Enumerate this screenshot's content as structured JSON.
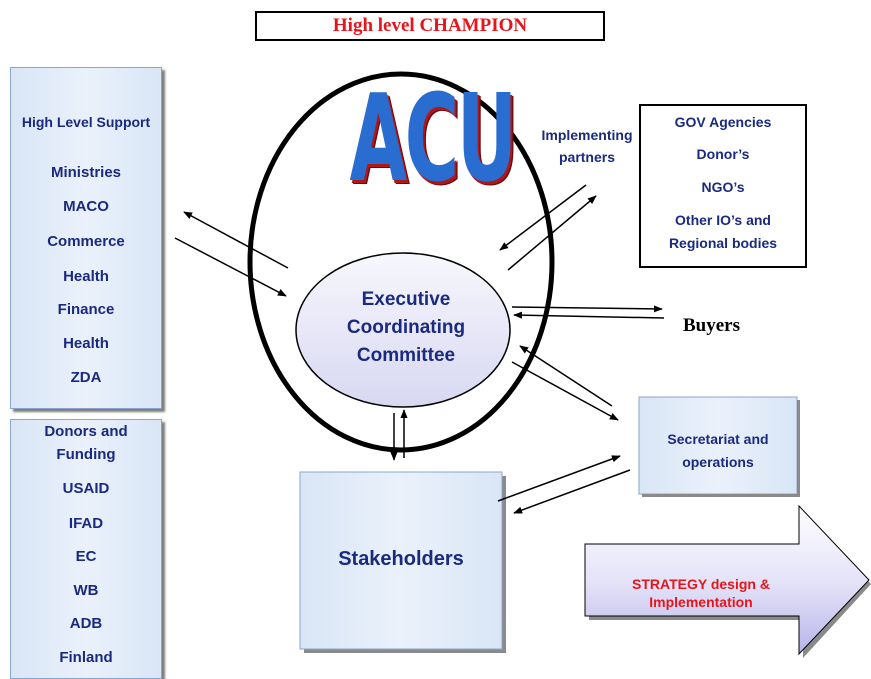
{
  "champion": "High level CHAMPION",
  "acu": "ACU",
  "high_level_support": {
    "title": "High Level Support",
    "items": [
      "Ministries",
      "MACO",
      "Commerce",
      "Health",
      "Finance",
      "Health",
      "ZDA"
    ]
  },
  "donors": {
    "title_line1": "Donors and",
    "title_line2": "Funding",
    "items": [
      "USAID",
      "IFAD",
      "EC",
      "WB",
      "ADB",
      "Finland"
    ]
  },
  "ecc": {
    "line1": "Executive",
    "line2": "Coordinating",
    "line3": "Committee"
  },
  "implementing": {
    "line1": "Implementing",
    "line2": "partners"
  },
  "gov_box": {
    "items": [
      "GOV Agencies",
      "Donor’s",
      "NGO’s",
      "Other IO’s and",
      "Regional bodies"
    ]
  },
  "buyers": "Buyers",
  "secretariat": {
    "line1": "Secretariat and",
    "line2": "operations"
  },
  "stakeholders": "Stakeholders",
  "strategy": {
    "line1": "STRATEGY design &",
    "line2": "Implementation"
  },
  "colors": {
    "text_blue": "#1a2a80",
    "red": "#e8141b",
    "acu_blue": "#2a6dd0"
  }
}
